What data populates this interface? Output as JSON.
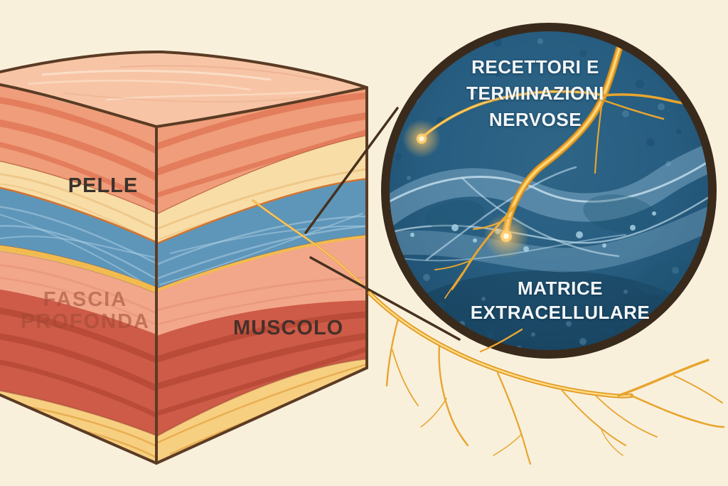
{
  "illustration": {
    "block_labels": {
      "skin": "PELLE",
      "deep_fascia_line1": "FASCIA",
      "deep_fascia_line2": "PROFONDA",
      "muscle": "MUSCOLO"
    },
    "inset_labels": {
      "receptors_line1": "RECETTORI E",
      "receptors_line2": "TERMINAZIONI",
      "receptors_line3": "NERVOSE",
      "matrix_line1": "MATRICE",
      "matrix_line2": "EXTRACELLULARE"
    },
    "colors": {
      "background": "#f9f0dc",
      "cube_outline": "#5b3b24",
      "surface_pink": "#f7c5a6",
      "dermis_salmon": "#ef9d7a",
      "fat_cream": "#f8dda7",
      "fascia_blue": "#5e96ba",
      "deep_fascia_salmon": "#f2a78a",
      "muscle_red": "#cd5b47",
      "bottom_yellow": "#f7cf80",
      "nerve_gold": "#efa92f",
      "inset_border": "#3a2a1c",
      "inset_blue": "#27587a",
      "inset_text": "#f3f7f9"
    }
  }
}
